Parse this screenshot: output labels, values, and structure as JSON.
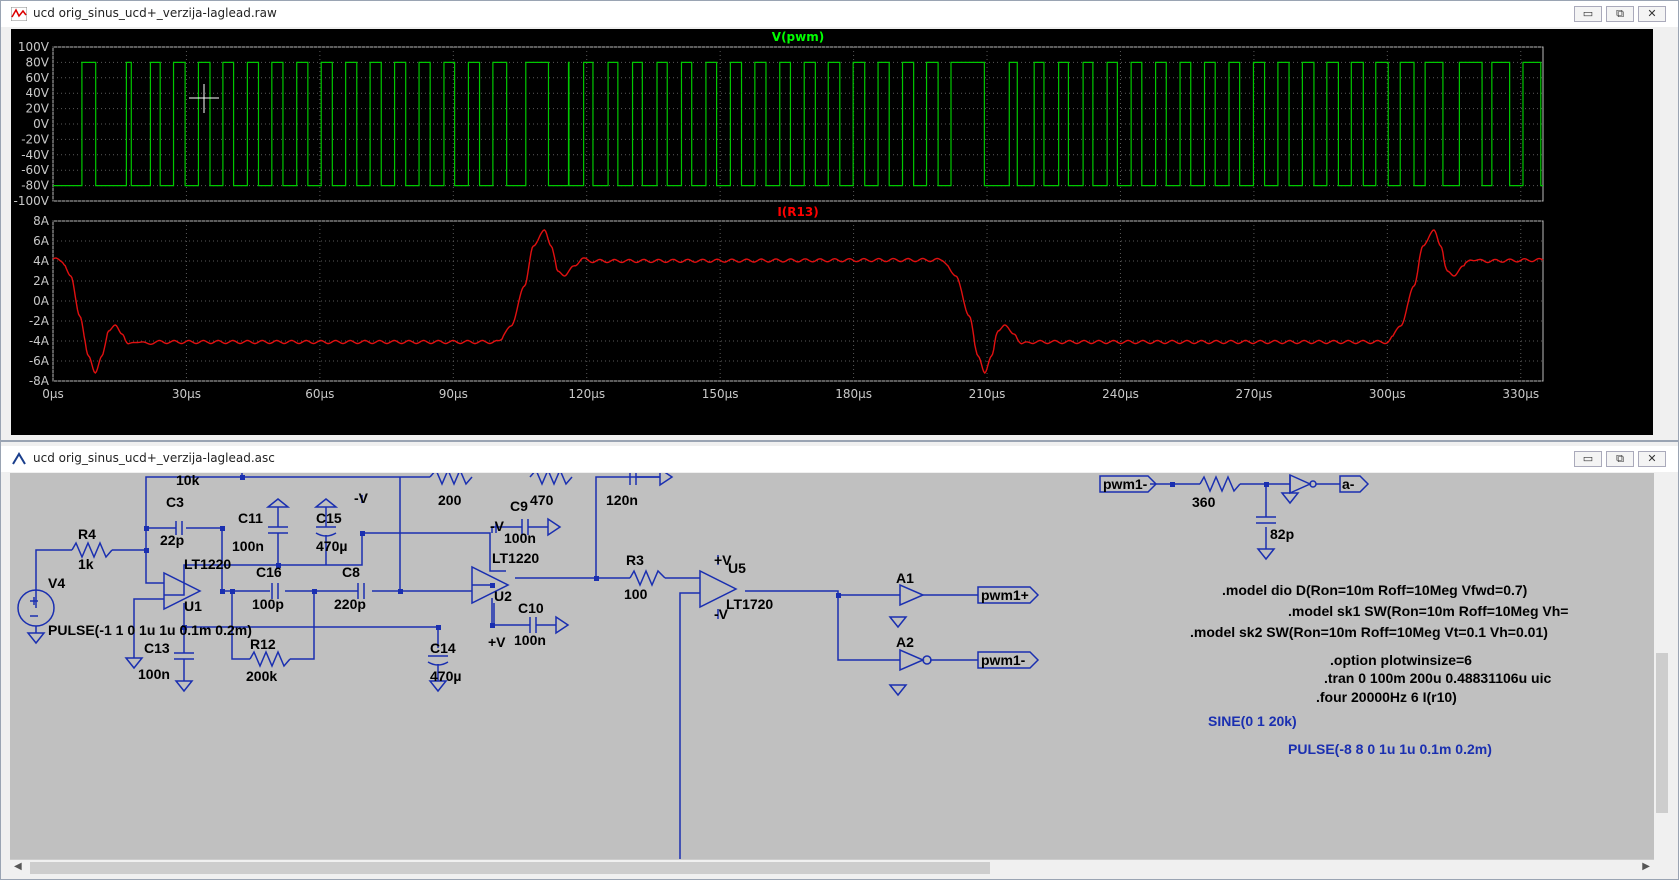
{
  "top_window": {
    "title": "ucd orig_sinus_ucd+_verzija-laglead.raw",
    "buttons": {
      "minimize": "▭",
      "restore": "⧉",
      "close": "✕"
    }
  },
  "bottom_window": {
    "title": "ucd orig_sinus_ucd+_verzija-laglead.asc",
    "buttons": {
      "minimize": "▭",
      "restore": "⧉",
      "close": "✕"
    }
  },
  "chart_data": [
    {
      "type": "line",
      "title": "V(pwm)",
      "title_color": "#00ff00",
      "series": [
        {
          "name": "V(pwm)",
          "color": "#00c800"
        }
      ],
      "y_ticks": [
        "100V",
        "80V",
        "60V",
        "40V",
        "20V",
        "0V",
        "-20V",
        "-40V",
        "-60V",
        "-80V",
        "-100V"
      ],
      "ylim": [
        -100,
        100
      ],
      "x_ticks": [],
      "xlim": [
        0,
        335
      ],
      "levels": [
        80,
        -80
      ],
      "edges_us": [
        6.5,
        9.6,
        16.5,
        17.6,
        21.9,
        24.1,
        27.1,
        29.7,
        32.7,
        35.3,
        38.2,
        40.6,
        43.7,
        46.2,
        49.2,
        51.7,
        54.8,
        57.3,
        60.3,
        62.8,
        65.8,
        68.3,
        71.3,
        73.8,
        76.8,
        79.3,
        82.3,
        84.8,
        87.9,
        90.3,
        93.4,
        95.9,
        98.9,
        102.0,
        106.3,
        111.4,
        115.9,
        116.0,
        119.3,
        121.4,
        124.8,
        127.0,
        130.3,
        132.5,
        135.8,
        138.1,
        141.3,
        143.6,
        146.8,
        149.2,
        152.3,
        154.8,
        157.8,
        160.3,
        163.4,
        165.8,
        168.9,
        171.4,
        174.3,
        176.9,
        179.9,
        182.5,
        185.5,
        188.0,
        191.0,
        193.5,
        196.4,
        199.0,
        201.9,
        209.4,
        215.0,
        216.8,
        220.6,
        222.8,
        226.1,
        228.3,
        231.6,
        233.8,
        237.0,
        239.3,
        242.4,
        244.8,
        247.9,
        250.3,
        253.4,
        255.8,
        258.9,
        261.3,
        264.4,
        266.8,
        269.9,
        272.4,
        275.4,
        277.9,
        280.9,
        283.5,
        286.4,
        289.0,
        291.9,
        294.6,
        297.4,
        300.2,
        302.9,
        306.0,
        308.5,
        312.5,
        316.2,
        321.3,
        323.5,
        327.5,
        330.5,
        334.5
      ]
    },
    {
      "type": "line",
      "title": "I(R13)",
      "title_color": "#ff0000",
      "series": [
        {
          "name": "I(R13)",
          "color": "#e01010"
        }
      ],
      "y_ticks": [
        "8A",
        "6A",
        "4A",
        "2A",
        "0A",
        "-2A",
        "-4A",
        "-6A",
        "-8A"
      ],
      "ylim": [
        -8,
        8
      ],
      "x_ticks": [
        "0µs",
        "30µs",
        "60µs",
        "90µs",
        "120µs",
        "150µs",
        "180µs",
        "210µs",
        "240µs",
        "270µs",
        "300µs",
        "330µs"
      ],
      "xlim": [
        0,
        335
      ],
      "x": [
        0,
        2,
        4,
        6,
        8,
        9.5,
        11,
        12.5,
        14,
        15.5,
        17,
        19,
        21,
        23,
        100,
        103,
        106,
        108,
        110.5,
        112,
        113.5,
        115,
        117,
        119,
        121,
        200,
        203,
        206,
        208,
        209.5,
        211,
        212.5,
        214,
        216,
        218,
        220,
        300,
        303,
        306,
        308,
        310.5,
        312,
        313.5,
        315,
        317,
        319,
        321,
        335
      ],
      "y": [
        4.2,
        4.0,
        2.5,
        -1.5,
        -5.5,
        -7.2,
        -5.5,
        -3.0,
        -2.4,
        -3.3,
        -4.4,
        -4.0,
        -4.3,
        -4.1,
        -4.1,
        -2.5,
        1.5,
        5.5,
        7.1,
        5.5,
        3.0,
        2.5,
        3.5,
        4.2,
        4.0,
        4.1,
        2.5,
        -1.5,
        -5.5,
        -7.2,
        -5.5,
        -3.0,
        -2.4,
        -3.3,
        -4.3,
        -4.1,
        -4.1,
        -2.5,
        1.5,
        5.5,
        7.1,
        5.5,
        3.0,
        2.5,
        3.5,
        4.2,
        4.0,
        4.1
      ],
      "ripple": 0.15
    }
  ],
  "schematic": {
    "labels": [
      {
        "id": "r4-name",
        "text": "R4"
      },
      {
        "id": "r4-value",
        "text": "1k"
      },
      {
        "id": "v4-name",
        "text": "V4"
      },
      {
        "id": "v4-value",
        "text": "PULSE(-1 1 0 1u 1u 0.1m 0.2m)"
      },
      {
        "id": "c3-name",
        "text": "C3"
      },
      {
        "id": "c3-value",
        "text": "22p"
      },
      {
        "id": "r-10k",
        "text": "10k"
      },
      {
        "id": "c11-name",
        "text": "C11"
      },
      {
        "id": "c11-value",
        "text": "100n"
      },
      {
        "id": "c15-name",
        "text": "C15"
      },
      {
        "id": "c15-value",
        "text": "470µ"
      },
      {
        "id": "u1-type",
        "text": "LT1220"
      },
      {
        "id": "u1-name",
        "text": "U1"
      },
      {
        "id": "c16-name",
        "text": "C16"
      },
      {
        "id": "c16-value",
        "text": "100p"
      },
      {
        "id": "c8-name",
        "text": "C8"
      },
      {
        "id": "c8-value",
        "text": "220p"
      },
      {
        "id": "c13-name",
        "text": "C13"
      },
      {
        "id": "c13-value",
        "text": "100n"
      },
      {
        "id": "r12-name",
        "text": "R12"
      },
      {
        "id": "r12-value",
        "text": "200k"
      },
      {
        "id": "c14-name",
        "text": "C14"
      },
      {
        "id": "c14-value",
        "text": "470µ"
      },
      {
        "id": "r-200",
        "text": "200"
      },
      {
        "id": "r-470",
        "text": "470"
      },
      {
        "id": "c9-name",
        "text": "C9"
      },
      {
        "id": "c9-value",
        "text": "100n"
      },
      {
        "id": "c-120n",
        "text": "120n"
      },
      {
        "id": "u2-type",
        "text": "LT1220"
      },
      {
        "id": "u2-name",
        "text": "U2"
      },
      {
        "id": "c10-name",
        "text": "C10"
      },
      {
        "id": "c10-value",
        "text": "100n"
      },
      {
        "id": "r3-name",
        "text": "R3"
      },
      {
        "id": "r3-value",
        "text": "100"
      },
      {
        "id": "u5-name",
        "text": "U5"
      },
      {
        "id": "u5-type",
        "text": "LT1720"
      },
      {
        "id": "a1-name",
        "text": "A1"
      },
      {
        "id": "a2-name",
        "text": "A2"
      },
      {
        "id": "r-360",
        "text": "360"
      },
      {
        "id": "c-82p",
        "text": "82p"
      },
      {
        "id": "v-plus-1",
        "text": "+V"
      },
      {
        "id": "v-minus-1",
        "text": "-V"
      },
      {
        "id": "v-plus-2",
        "text": "+V"
      },
      {
        "id": "v-minus-2",
        "text": "-V"
      },
      {
        "id": "v-minus-3",
        "text": "-V"
      }
    ],
    "net_flags": [
      {
        "id": "pwm1plus-flag",
        "text": "pwm1+"
      },
      {
        "id": "pwm1minus-flag",
        "text": "pwm1-"
      },
      {
        "id": "pwm1minus-flag-top",
        "text": "pwm1-"
      },
      {
        "id": "aminus-flag",
        "text": "a-"
      }
    ],
    "directives": [
      {
        "id": "model-dio",
        "text": ".model dio D(Ron=10m Roff=10Meg Vfwd=0.7)"
      },
      {
        "id": "model-sk1",
        "text": ".model sk1 SW(Ron=10m Roff=10Meg Vh="
      },
      {
        "id": "model-sk2",
        "text": ".model sk2 SW(Ron=10m Roff=10Meg Vt=0.1 Vh=0.01)"
      },
      {
        "id": "opt-plotwinsize",
        "text": ".option plotwinsize=6"
      },
      {
        "id": "tran",
        "text": ".tran 0 100m 200u 0.48831106u uic"
      },
      {
        "id": "four",
        "text": ".four 20000Hz 6  I(r10)"
      }
    ],
    "source_values": [
      {
        "id": "sine-src",
        "text": "SINE(0 1 20k)"
      },
      {
        "id": "pulse-src",
        "text": "PULSE(-8 8 0 1u 1u 0.1m 0.2m)"
      }
    ]
  }
}
